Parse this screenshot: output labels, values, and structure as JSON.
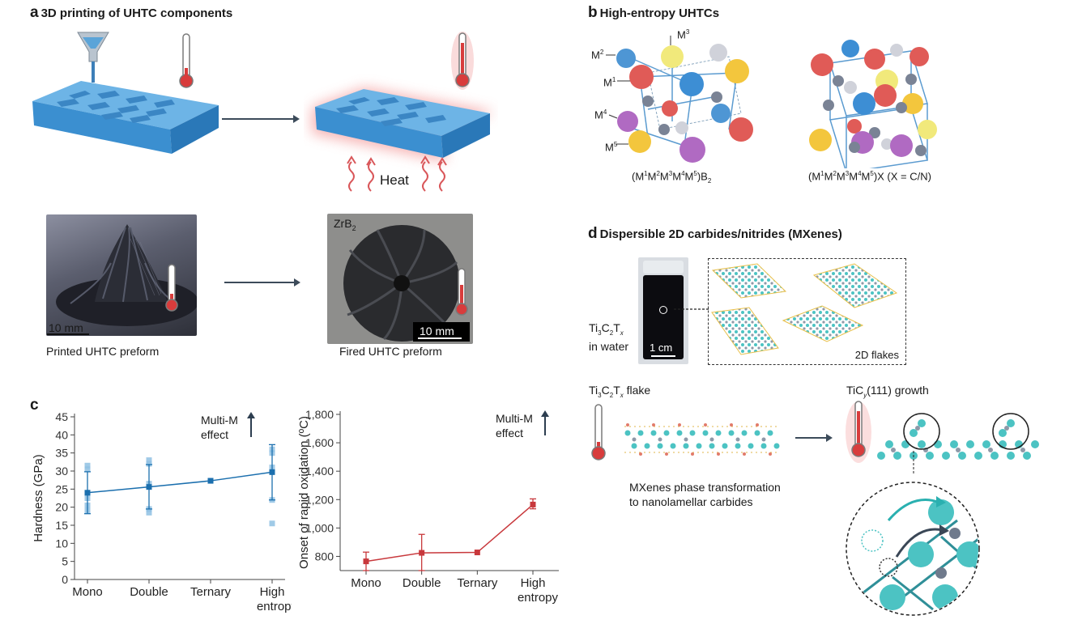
{
  "panel_a": {
    "letter": "a",
    "title": "3D printing of UHTC components",
    "heat_label": "Heat",
    "printed_caption": "Printed UHTC preform",
    "fired_caption": "Fired UHTC preform",
    "scale_left": "10 mm",
    "scale_right": "10 mm",
    "zrb2_base": "ZrB",
    "zrb2_sub": "2"
  },
  "panel_b": {
    "letter": "b",
    "title": "High-entropy UHTCs",
    "m_labels": [
      "M",
      "M",
      "M",
      "M",
      "M"
    ],
    "m_sups": [
      "2",
      "3",
      "1",
      "4",
      "5"
    ],
    "formula_left": {
      "p1": "(M",
      "s1": "1",
      "p2": "M",
      "s2": "2",
      "p3": "M",
      "s3": "3",
      "p4": "M",
      "s4": "4",
      "p5": "M",
      "s5": "5",
      "p6": ")B",
      "sub": "2"
    },
    "formula_right": {
      "p1": "(M",
      "s1": "1",
      "p2": "M",
      "s2": "2",
      "p3": "M",
      "s3": "3",
      "p4": "M",
      "s4": "4",
      "p5": "M",
      "s5": "5",
      "p6": ")X (X = C/N)"
    }
  },
  "panel_c": {
    "letter": "c",
    "multi_m_line1": "Multi-M",
    "multi_m_line2": "effect",
    "colors": {
      "hardness": "#1b6fae",
      "hardness_light": "#8fc1e3",
      "oxidation": "#c8383c",
      "oxidation_light": "#e79a9c"
    }
  },
  "panel_d": {
    "letter": "d",
    "title": "Dispersible 2D carbides/nitrides (MXenes)",
    "ti_label_line2": "in water",
    "scale_cm": "1 cm",
    "flakes_label": "2D flakes",
    "flake_label_suffix": " flake",
    "growth_label": "(111) growth",
    "transform_line1": "MXenes phase transformation",
    "transform_line2": "to nanolamellar carbides"
  },
  "chart_data": [
    {
      "type": "line",
      "categories": [
        "Mono",
        "Double",
        "Ternary",
        "High entropy"
      ],
      "ylabel": "Hardness (GPa)",
      "ylim": [
        0,
        45
      ],
      "yticks": [
        0,
        5,
        10,
        15,
        20,
        25,
        30,
        35,
        40,
        45
      ],
      "series": [
        {
          "values": [
            24.0,
            25.6,
            27.3,
            29.7
          ],
          "error_low": [
            18.2,
            19.5,
            27.3,
            22.0
          ],
          "error_high": [
            29.8,
            31.8,
            27.3,
            37.3
          ]
        }
      ],
      "scatter_points": [
        {
          "category": "Mono",
          "values": [
            31.5,
            30.5,
            22.5,
            20.5,
            19.0
          ]
        },
        {
          "category": "Double",
          "values": [
            33.0,
            32.0,
            26.5,
            19.5,
            18.5
          ]
        },
        {
          "category": "Ternary",
          "values": [
            27.3
          ]
        },
        {
          "category": "High entropy",
          "values": [
            36.0,
            35.0,
            31.0,
            22.0,
            15.5
          ]
        }
      ]
    },
    {
      "type": "line",
      "categories": [
        "Mono",
        "Double",
        "Ternary",
        "High entropy"
      ],
      "ylabel": "Onset of rapid oxidation (ºC)",
      "ylim": [
        700,
        1800
      ],
      "yticks": [
        800,
        1000,
        1200,
        1400,
        1600,
        1800
      ],
      "ytick_labels": [
        "800",
        "1,000",
        "1,200",
        "1,400",
        "1,600",
        "1,800"
      ],
      "series": [
        {
          "values": [
            765,
            825,
            828,
            1165
          ],
          "error_low": [
            700,
            700,
            828,
            1135
          ],
          "error_high": [
            830,
            955,
            828,
            1205
          ]
        }
      ]
    }
  ]
}
